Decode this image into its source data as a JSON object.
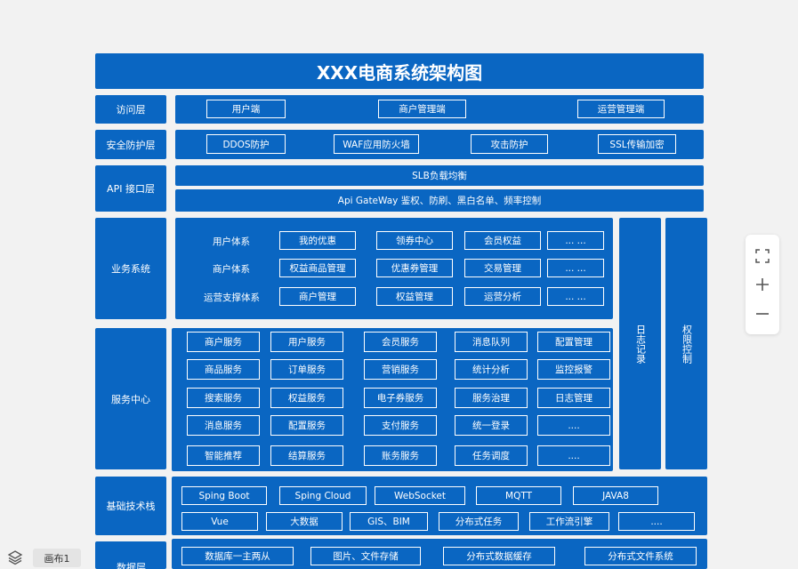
{
  "title": "XXX电商系统架构图",
  "layers": {
    "access": {
      "label": "访问层",
      "items": [
        "用户端",
        "商户管理端",
        "运营管理端"
      ]
    },
    "security": {
      "label": "安全防护层",
      "items": [
        "DDOS防护",
        "WAF应用防火墙",
        "攻击防护",
        "SSL传输加密"
      ]
    },
    "api": {
      "label": "API 接口层",
      "slb": "SLB负载均衡",
      "gateway": "Api GateWay 鉴权、防刷、黑白名单、频率控制"
    },
    "business": {
      "label": "业务系统",
      "rows": [
        {
          "name": "用户体系",
          "items": [
            "我的优惠",
            "领券中心",
            "会员权益",
            "... ..."
          ]
        },
        {
          "name": "商户体系",
          "items": [
            "权益商品管理",
            "优惠券管理",
            "交易管理",
            "... ..."
          ]
        },
        {
          "name": "运营支撑体系",
          "items": [
            "商户管理",
            "权益管理",
            "运营分析",
            "... ..."
          ]
        }
      ]
    },
    "service": {
      "label": "服务中心",
      "rows": [
        [
          "商户服务",
          "用户服务",
          "会员服务",
          "消息队列",
          "配置管理"
        ],
        [
          "商品服务",
          "订单服务",
          "营销服务",
          "统计分析",
          "监控报警"
        ],
        [
          "搜索服务",
          "权益服务",
          "电子券服务",
          "服务治理",
          "日志管理"
        ],
        [
          "消息服务",
          "配置服务",
          "支付服务",
          "统一登录",
          "...."
        ],
        [
          "智能推荐",
          "结算服务",
          "账务服务",
          "任务调度",
          "...."
        ]
      ]
    },
    "side": {
      "log": "日志记录",
      "auth": "权限控制"
    },
    "tech": {
      "label": "基础技术栈",
      "row1": [
        "Sping Boot",
        "Sping Cloud",
        "WebSocket",
        "MQTT",
        "JAVA8"
      ],
      "row2": [
        "Vue",
        "大数据",
        "GIS、BIM",
        "分布式任务",
        "工作流引擎",
        "...."
      ]
    },
    "data": {
      "label": "数据层",
      "items": [
        "数据库一主两从",
        "图片、文件存储",
        "分布式数据缓存",
        "分布式文件系统"
      ]
    }
  },
  "ui": {
    "canvas_tab": "画布1"
  },
  "colors": {
    "block": "#0a66c2",
    "background": "#f2f2f2"
  }
}
